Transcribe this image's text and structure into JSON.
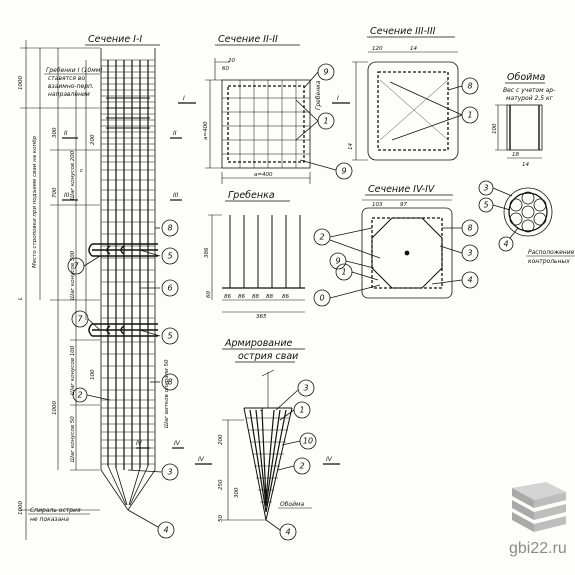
{
  "titles": {
    "sec1": "Сечение I-I",
    "sec2": "Сечение II-II",
    "sec3": "Сечение III-III",
    "sec4": "Сечение IV-IV",
    "obojma": "Обойма",
    "grebenka": "Гребенка",
    "arm1": "Армирование",
    "arm2": "острия сваи"
  },
  "notes": {
    "grebenki": "Гребенки I (10мм)",
    "stavyatsya": "ставятся во",
    "vzaimno": "взаимно-перп.",
    "napravl": "направлении",
    "mesto": "Место строповки при подъеме сваи на копёр",
    "obojma_ves": "Вес с учетом ар-",
    "obojma_ves2": "матурой 2,5 кг",
    "spiral1": "Спираль острия",
    "spiral2": "не показана",
    "rasp1": "Расположение",
    "rasp2": "контрольных",
    "obojma_lbl": "Обойма",
    "grebenka_lbl": "Гребенка",
    "vzmr": "Шаг витков спирали 50"
  },
  "dims": {
    "d1000a": "1000",
    "d300": "300",
    "d200": "200",
    "d700": "700",
    "d100": "100",
    "d1000b": "1000",
    "d1000c": "1000",
    "dL": "L",
    "shag_konus_200": "Шаг конусов 200",
    "shag_konus_300": "Шаг конусов 300",
    "shag_konus_100": "Шаг конусов 100",
    "shag_konus_50": "Шаг конусов 50",
    "a400": "a=400",
    "c": "c",
    "s60": "60",
    "s20": "20",
    "s120": "120",
    "s14": "14",
    "s20b": "20",
    "s4": "4",
    "g86a": "86",
    "g86b": "86",
    "g88": "88",
    "g88b": "88",
    "g86c": "86",
    "g365": "365",
    "g386": "386",
    "g60": "60",
    "o100": "100",
    "o18": "18",
    "o14": "14",
    "p103": "103",
    "p97": "97",
    "p200": "200",
    "p250": "250",
    "p300": "300",
    "p50": "50"
  },
  "roman": {
    "II": "II",
    "III": "III",
    "IV": "IV",
    "I": "I"
  },
  "callouts": {
    "c1": "1",
    "c2": "2",
    "c3": "3",
    "c4": "4",
    "c5": "5",
    "c6": "6",
    "c7": "7",
    "c8": "8",
    "c9": "9",
    "c10": "10",
    "c0": "0"
  },
  "watermark": "gbi22.ru"
}
